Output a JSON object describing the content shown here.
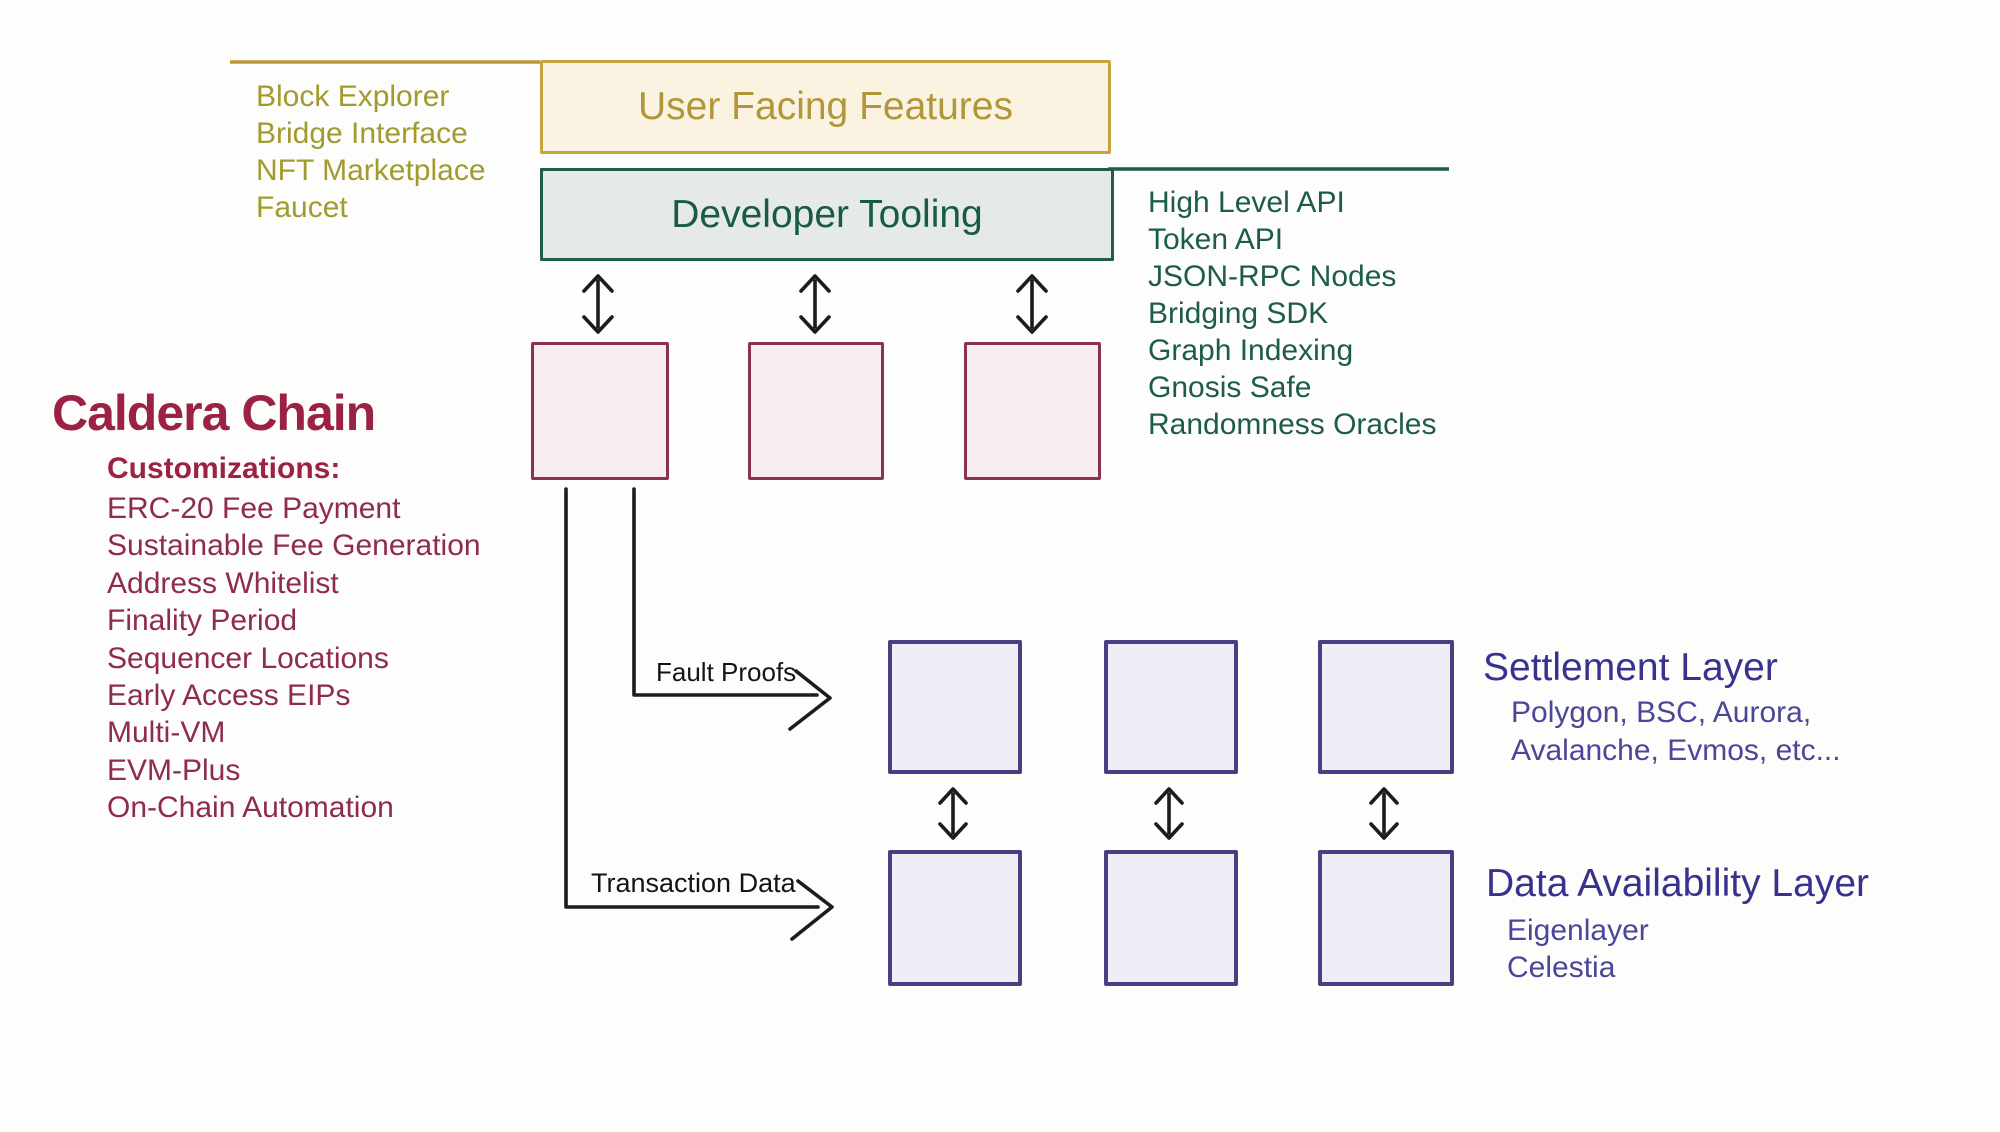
{
  "diagram_title": "Caldera Chain",
  "user_facing": {
    "box_label": "User Facing Features",
    "items": [
      "Block Explorer",
      "Bridge Interface",
      "NFT Marketplace",
      "Faucet"
    ]
  },
  "developer_tooling": {
    "box_label": "Developer Tooling",
    "items": [
      "High Level API",
      "Token API",
      "JSON-RPC Nodes",
      "Bridging SDK",
      "Graph Indexing",
      "Gnosis Safe",
      "Randomness Oracles"
    ]
  },
  "caldera": {
    "title": "Caldera Chain",
    "customizations_heading": "Customizations:",
    "customizations": [
      "ERC-20 Fee Payment",
      "Sustainable Fee Generation",
      "Address Whitelist",
      "Finality Period",
      "Sequencer Locations",
      "Early Access EIPs",
      "Multi-VM",
      "EVM-Plus",
      "On-Chain Automation"
    ]
  },
  "flow_labels": {
    "fault_proofs": "Fault Proofs",
    "transaction_data": "Transaction Data"
  },
  "settlement_layer": {
    "title": "Settlement Layer",
    "subtitle_lines": [
      "Polygon, BSC, Aurora,",
      "Avalanche, Evmos, etc..."
    ]
  },
  "data_availability_layer": {
    "title": "Data Availability Layer",
    "items": [
      "Eigenlayer",
      "Celestia"
    ]
  },
  "colors": {
    "gold_border": "#c8a43c",
    "gold_fill": "#faf3e1",
    "gold_text": "#b2963a",
    "olive_text": "#a29a2e",
    "green_border": "#205d4b",
    "green_fill": "#e5eae6",
    "green_text": "#1d5c49",
    "maroon_title": "#9b2246",
    "maroon_text": "#8f2b4d",
    "rollup_border": "#8a3154",
    "rollup_fill": "#f8eef1",
    "purple_border": "#494084",
    "purple_fill": "#efedf6",
    "purple_title": "#38328e",
    "purple_text": "#4c4699",
    "connector": "#1c1c1c"
  }
}
